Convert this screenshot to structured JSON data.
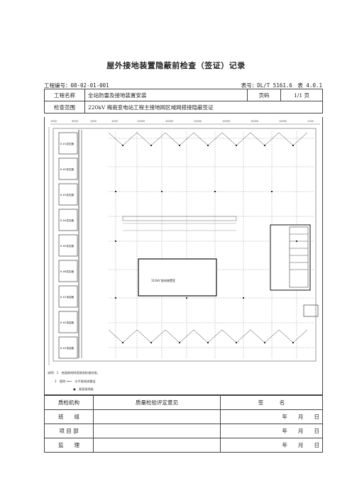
{
  "title": "屋外接地装置隐蔽前检查（签证）记录",
  "meta": {
    "project_no": "工程编号：08-02-01-001",
    "form_no": "表号：DL/T 5161.6　表 4.0.1"
  },
  "header": {
    "project_name_label": "工程名称",
    "project_name": "全站防雷及接地装置安装",
    "page_label": "页码",
    "page_value": "1/1 页",
    "scope_label": "检查范围",
    "scope_value": "220kV 梅南变电站工程主接地网区域网搭接隐蔽签证"
  },
  "drawing": {
    "dims_top": [
      "1000",
      "9000",
      "1000",
      "1000",
      "10000",
      "10000",
      "10000",
      "10000",
      "10000",
      "10000",
      "1100"
    ],
    "room_labels": [
      "8 #1变压器",
      "8 #2变压器",
      "8 #3变压器",
      "8 #4变压器",
      "8 #5变压器",
      "8 #6变压器",
      "8 #1电容器",
      "8 #2电容器",
      "8 #3电容器"
    ],
    "building_label": "110kV 配电装置室",
    "notes": [
      "说明：1　地面接地网搭接前检查验收。",
      "2　图例 ═══　水平接地体敷设",
      "●　垂直接地极"
    ]
  },
  "sign": {
    "org_label": "质检机构",
    "opinion_label": "质量检验评定意见",
    "sign_label": "签　　　名",
    "rows": [
      "班　　组",
      "项 目 部",
      "监　　理"
    ],
    "date": "年　　月　　日"
  }
}
